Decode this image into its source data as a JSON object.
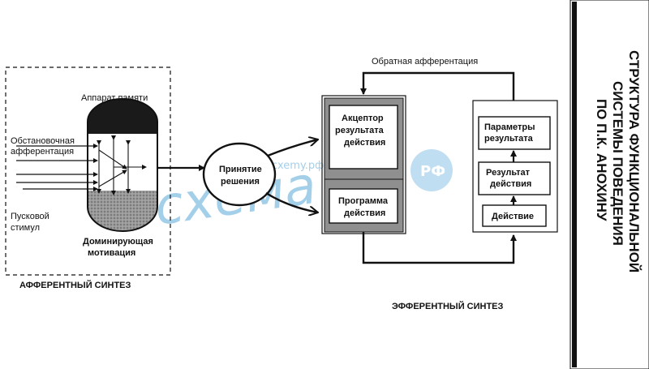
{
  "afferent": {
    "memory": "Аппарат памяти",
    "situational_line1": "Обстановочная",
    "situational_line2": "афферентация",
    "trigger_line1": "Пусковой",
    "trigger_line2": "стимул",
    "motivation_line1": "Доминирующая",
    "motivation_line2": "мотивация",
    "caption": "АФФЕРЕНТНЫЙ СИНТЕЗ"
  },
  "decision": {
    "line1": "Принятие",
    "line2": "решения"
  },
  "feedback": "Обратная афферентация",
  "acceptor": {
    "line1": "Акцептор",
    "line2": "результата",
    "line3": "действия"
  },
  "program": {
    "line1": "Программа",
    "line2": "действия"
  },
  "params": {
    "line1": "Параметры",
    "line2": "результата"
  },
  "result": {
    "line1": "Результат",
    "line2": "действия"
  },
  "action": "Действие",
  "efferent_caption": "ЭФФЕРЕНТНЫЙ СИНТЕЗ",
  "title": {
    "line1": "СТРУКТУРА ФУНКЦИОНАЛЬНОЙ",
    "line2": "СИСТЕМЫ ПОВЕДЕНИЯ",
    "line3": "ПО П.К. АНОХИНУ"
  },
  "watermark": {
    "text1": "схема",
    "text2": "www.cxemy.pф",
    "badge": "РФ"
  },
  "colors": {
    "ink": "#111111",
    "memory_cap": "#1a1a1a",
    "motivation_cap": "#8a8a8a",
    "watermark": "#5aa8d8"
  }
}
